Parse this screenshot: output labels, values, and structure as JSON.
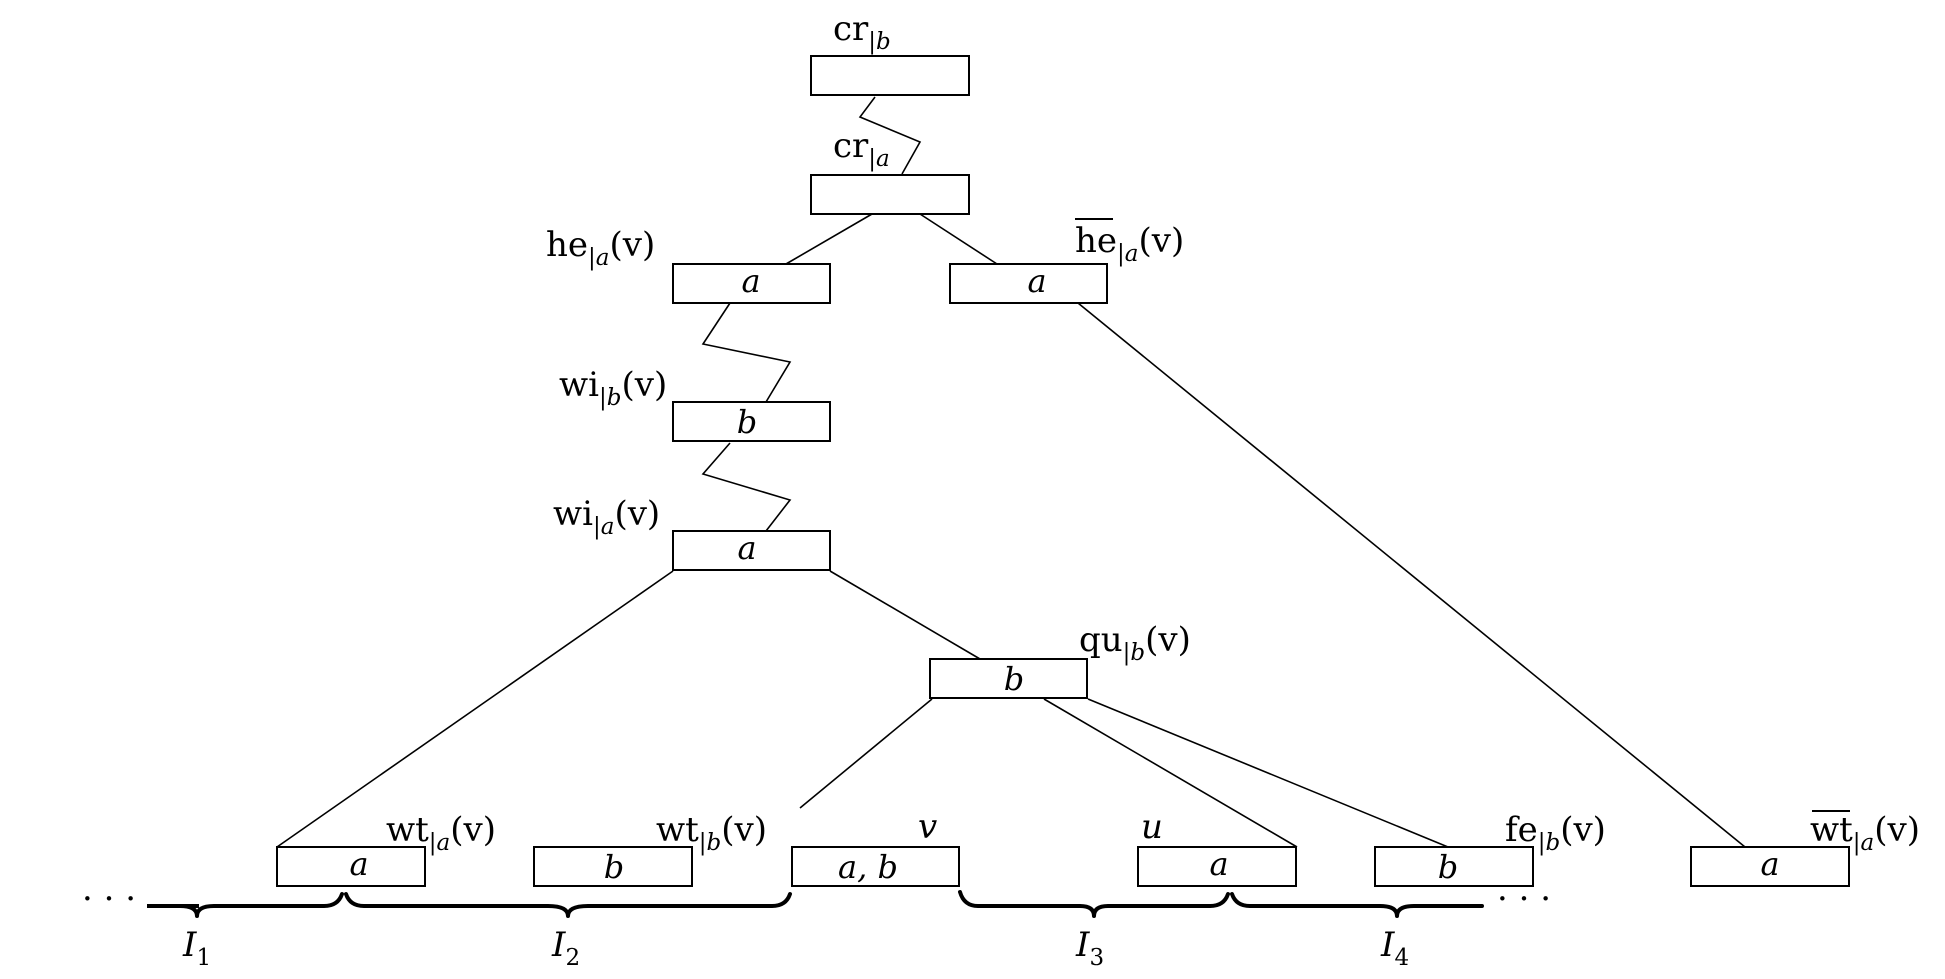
{
  "nodes": {
    "cr_b": {
      "label": "cr",
      "sub": "|b",
      "arg": "",
      "content": ""
    },
    "cr_a": {
      "label": "cr",
      "sub": "|a",
      "arg": "",
      "content": ""
    },
    "he_a": {
      "label": "he",
      "sub": "|a",
      "arg": "(v)",
      "content": "a"
    },
    "he_bar_a": {
      "label": "he",
      "sub": "|a",
      "arg": "(v)",
      "content": "a"
    },
    "wi_b": {
      "label": "wi",
      "sub": "|b",
      "arg": "(v)",
      "content": "b"
    },
    "wi_a": {
      "label": "wi",
      "sub": "|a",
      "arg": "(v)",
      "content": "a"
    },
    "qu_b": {
      "label": "qu",
      "sub": "|b",
      "arg": "(v)",
      "content": "b"
    },
    "wt_a": {
      "label": "wt",
      "sub": "|a",
      "arg": "(v)",
      "content": "a"
    },
    "wt_b": {
      "label": "wt",
      "sub": "|b",
      "arg": "(v)",
      "content": "b"
    },
    "v_node": {
      "label": "v",
      "content": "a, b"
    },
    "u_node": {
      "label": "u",
      "content": "a"
    },
    "fe_b": {
      "label": "fe",
      "sub": "|b",
      "arg": "(v)",
      "content": "b"
    },
    "wt_bar_a": {
      "label": "wt",
      "sub": "|a",
      "arg": "(v)",
      "content": "a"
    }
  },
  "ellipsis": "· · ·",
  "intervals": [
    {
      "name": "I",
      "sub": "1"
    },
    {
      "name": "I",
      "sub": "2"
    },
    {
      "name": "I",
      "sub": "3"
    },
    {
      "name": "I",
      "sub": "4"
    }
  ]
}
